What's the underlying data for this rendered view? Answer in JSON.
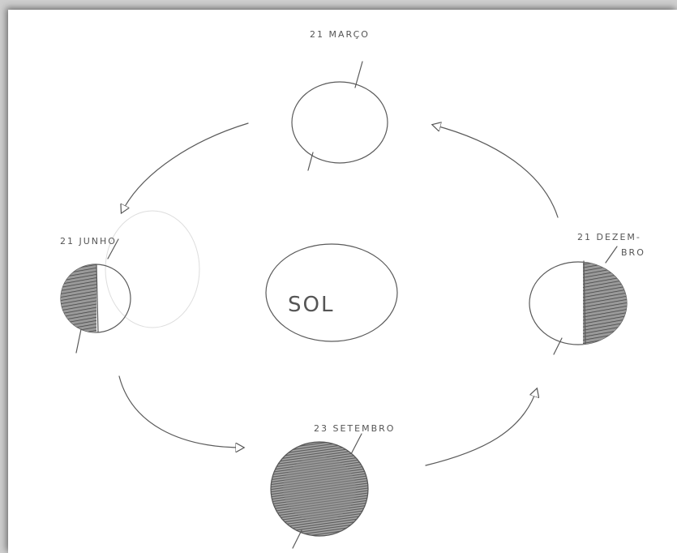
{
  "diagram": {
    "sun_label": "SOL",
    "positions": [
      {
        "id": "march",
        "label": "21  MARÇO",
        "shading": "none"
      },
      {
        "id": "june",
        "label": "21  JUNHO",
        "shading": "left-half"
      },
      {
        "id": "september",
        "label": "23  SETEMBRO",
        "shading": "full"
      },
      {
        "id": "december",
        "label_line1": "21  DEZEM-",
        "label_line2": "BRO",
        "shading": "right-half"
      }
    ],
    "colors": {
      "pencil": "#5a5a5a",
      "shading": "#6b6b6b"
    }
  }
}
